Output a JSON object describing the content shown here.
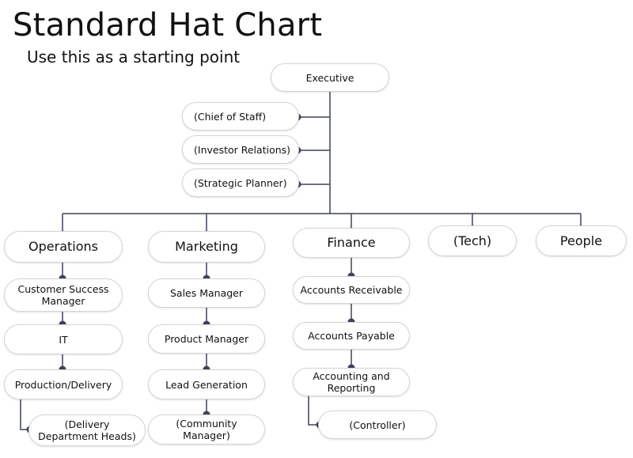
{
  "title": "Standard Hat Chart",
  "subtitle": "Use this as a starting point",
  "executive": "Executive",
  "staff": [
    "(Chief of Staff)",
    "(Investor Relations)",
    "(Strategic Planner)"
  ],
  "columns": {
    "operations": {
      "head": "Operations",
      "roles": [
        "Customer Success Manager",
        "IT",
        "Production/Delivery"
      ],
      "sub": "(Delivery Department Heads)"
    },
    "marketing": {
      "head": "Marketing",
      "roles": [
        "Sales Manager",
        "Product Manager",
        "Lead Generation",
        "(Community Manager)"
      ]
    },
    "finance": {
      "head": "Finance",
      "roles": [
        "Accounts Receivable",
        "Accounts Payable",
        "Accounting and Reporting"
      ],
      "sub": "(Controller)"
    },
    "tech": {
      "head": "(Tech)"
    },
    "people": {
      "head": "People"
    }
  }
}
